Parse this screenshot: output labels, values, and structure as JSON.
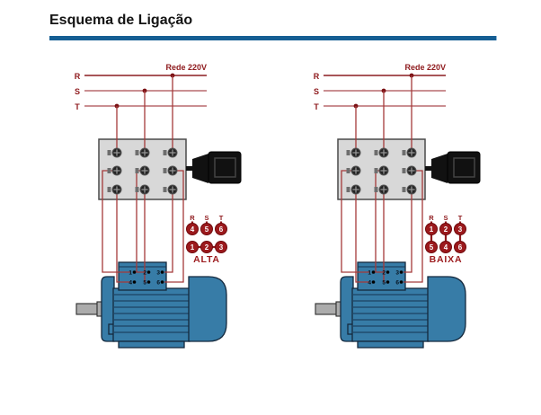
{
  "header": {
    "title": "Esquema de Ligação"
  },
  "colors": {
    "accent_rule": "#155e93",
    "dark_red": "#8e191c",
    "wire_red": "#a43a3a",
    "motor_blue": "#377ca7",
    "switch_gray": "#d8d8d8"
  },
  "diagrams": [
    {
      "id": "alta",
      "net_label": "Rede 220V",
      "phases": [
        "R",
        "S",
        "T"
      ],
      "pin": {
        "letters": [
          "R",
          "S",
          "T"
        ],
        "top_circles": [
          "4",
          "5",
          "6"
        ],
        "bottom_circles": [
          "1",
          "2",
          "3"
        ],
        "bottom_row_linked": true
      },
      "motor_terminals": [
        "1",
        "2",
        "3",
        "4",
        "5",
        "6"
      ],
      "mode_label": "ALTA"
    },
    {
      "id": "baixa",
      "net_label": "Rede 220V",
      "phases": [
        "R",
        "S",
        "T"
      ],
      "pin": {
        "letters": [
          "R",
          "S",
          "T"
        ],
        "top_circles": [
          "1",
          "2",
          "3"
        ],
        "bottom_circles": [
          "5",
          "4",
          "6"
        ],
        "bottom_row_linked": false
      },
      "motor_terminals": [
        "1",
        "2",
        "3",
        "4",
        "5",
        "6"
      ],
      "mode_label": "BAIXA"
    }
  ]
}
